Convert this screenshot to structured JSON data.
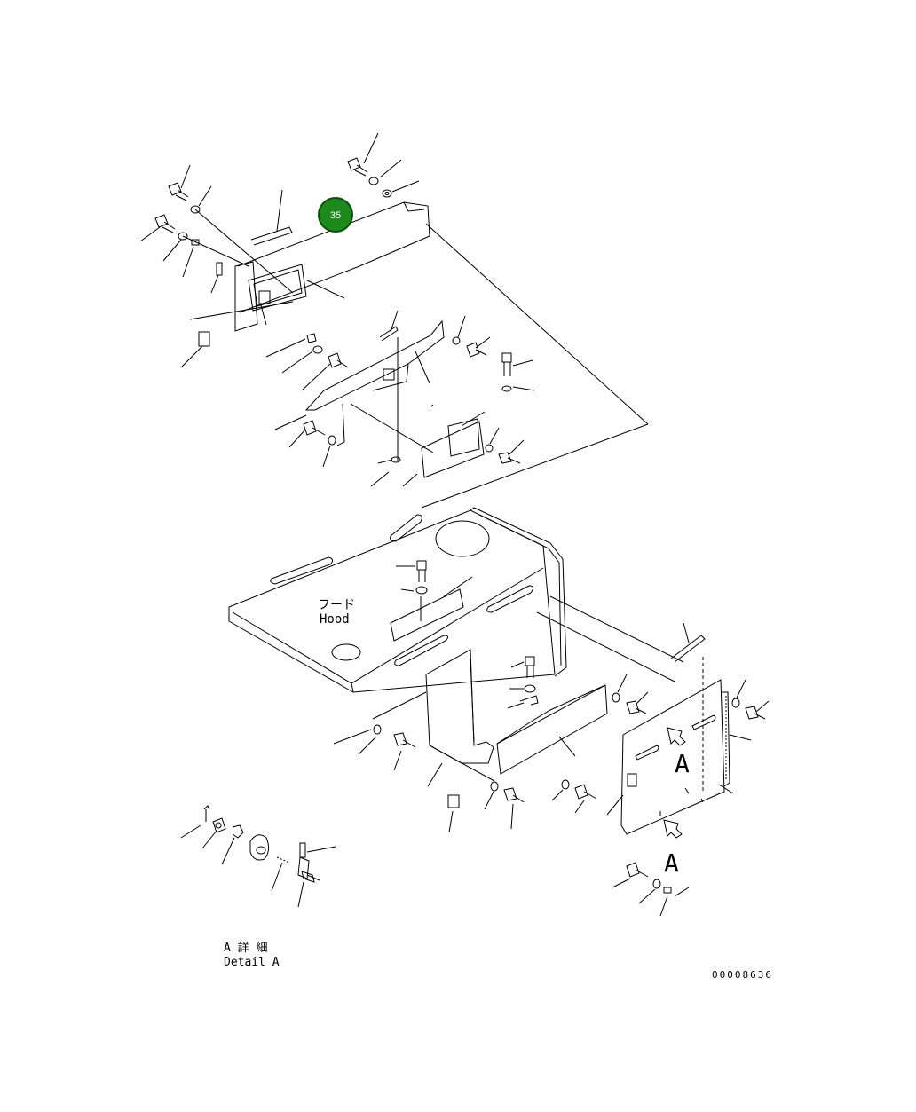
{
  "labels": {
    "hood_jp": "フード",
    "hood_en": "Hood",
    "letter_a_1": "A",
    "letter_a_2": "A",
    "detail_jp": "A 詳 細",
    "detail_en": "Detail A",
    "drawing_number": "00008636"
  },
  "callout": {
    "number": "35",
    "color": "#1e8a1e",
    "ring_color": "#0b4f0b"
  }
}
